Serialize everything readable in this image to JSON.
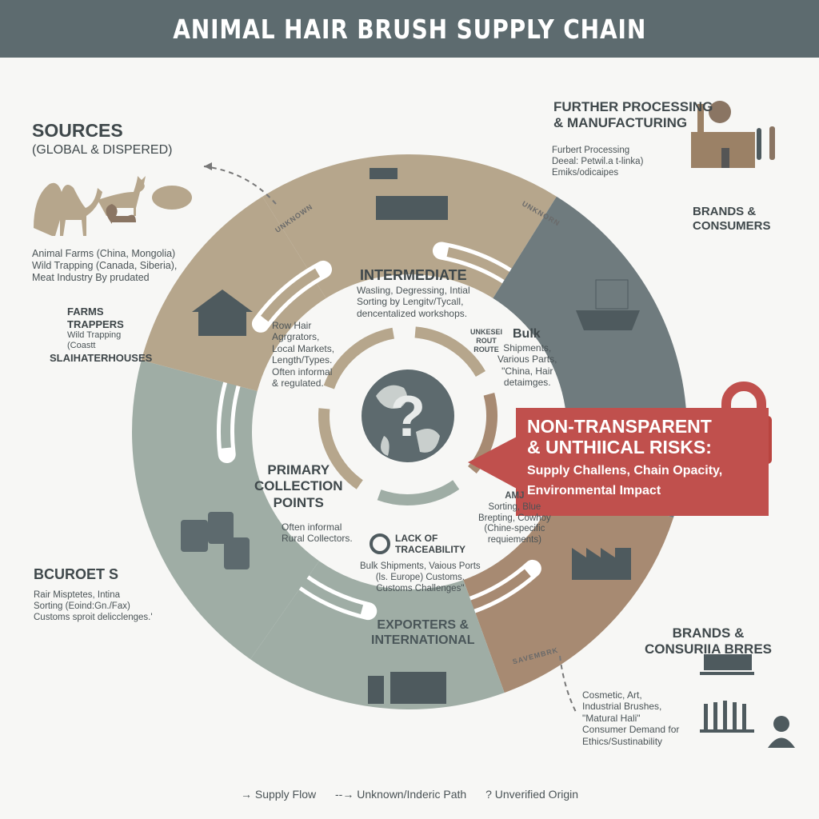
{
  "title": "ANIMAL HAIR BRUSH SUPPLY CHAIN",
  "sources": {
    "heading": "SOURCES",
    "subheading": "(GLOBAL & DISPERED)",
    "desc": [
      "Animal Farms (China, Mongolia)",
      "Wild Trapping (Canada, Siberia),",
      "Meat Industry By prudated"
    ],
    "farms": "FARMS",
    "trappers": "TRAPPERS",
    "wild": "Wild Trapping",
    "coast": "(Coastt",
    "slaughter": "SLAIHATERHOUSES"
  },
  "further": {
    "heading": [
      "FURTHER PROCESSING",
      "& MANUFACTURING"
    ],
    "desc": [
      "Furbert Processing",
      "Deeal: Petwil.a t-linka)",
      "Emiks/odicaipes"
    ]
  },
  "brands_top": {
    "heading": [
      "BRANDS &",
      "CONSUMERS"
    ]
  },
  "intermediate": {
    "heading": "INTERMEDIATE",
    "desc": [
      "Wasling, Degressing, Intial",
      "Sorting by Lengitv/Tycall,",
      "dencentalized workshops."
    ]
  },
  "raw": {
    "desc": [
      "Row Hair",
      "Agrgrators,",
      "Local Markets,",
      "Length/Types.",
      "Often informal",
      "& regulated."
    ]
  },
  "unknown_route": [
    "UNKESEI",
    "ROUT",
    "ROUTE"
  ],
  "bulk": {
    "heading": "Bulk",
    "desc": [
      "Shipments,",
      "Various Parts,",
      "\"China, Hair",
      "detaimges."
    ]
  },
  "risk": {
    "heading": [
      "NON-TRANSPARENT",
      "& UNTHIICAL RISKS:"
    ],
    "desc": [
      "Supply Challens, Chain Opacity,",
      "Environmental Impact"
    ]
  },
  "amj": {
    "heading": "AMJ",
    "desc": [
      "Sorting, Blue",
      "Brepting, Cowhoy",
      "(Chine-specific",
      "requiements)"
    ]
  },
  "primary": {
    "heading": [
      "PRIMARY",
      "COLLECTION",
      "POINTS"
    ],
    "desc": [
      "Often informal",
      "Rural Collectors."
    ]
  },
  "traceability": {
    "heading": [
      "LACK OF",
      "TRACEABILITY"
    ],
    "desc": [
      "Bulk Shipments, Vaious Ports",
      "(ls. Europe) Customs.",
      "Customs Challenges\""
    ]
  },
  "brokers": {
    "heading": "BCUROET S",
    "desc": [
      "Rair Misptetes, Intina",
      "Sorting (Eoind:Gn./Fax)",
      "Customs sproit delicclenges.'"
    ]
  },
  "exporters": {
    "heading": [
      "EXPORTERS &",
      "INTERNATIONAL"
    ]
  },
  "brands_bottom": {
    "heading": [
      "BRANDS &",
      "CONSURIIA BRRES"
    ],
    "desc": [
      "Cosmetic, Art,",
      "Industrial Brushes,",
      "\"Matural Hali\"",
      "Consumer Demand for",
      "Ethics/Sustinability"
    ]
  },
  "arrow_labels": [
    "UNKNOWN",
    "UNKNORN",
    "SAVEMBRK"
  ],
  "globe_mark": "?",
  "legend": {
    "supply": "→ Supply Flow",
    "unknown": "--→ Unknown/Inderic Path",
    "unverified": "? Unverified Origin"
  },
  "colors": {
    "tan": "#b6a68c",
    "slate": "#6f7b7e",
    "sage": "#9fada5",
    "brown": "#a78a72",
    "red": "#c0504d",
    "header": "#5d6b6f"
  }
}
